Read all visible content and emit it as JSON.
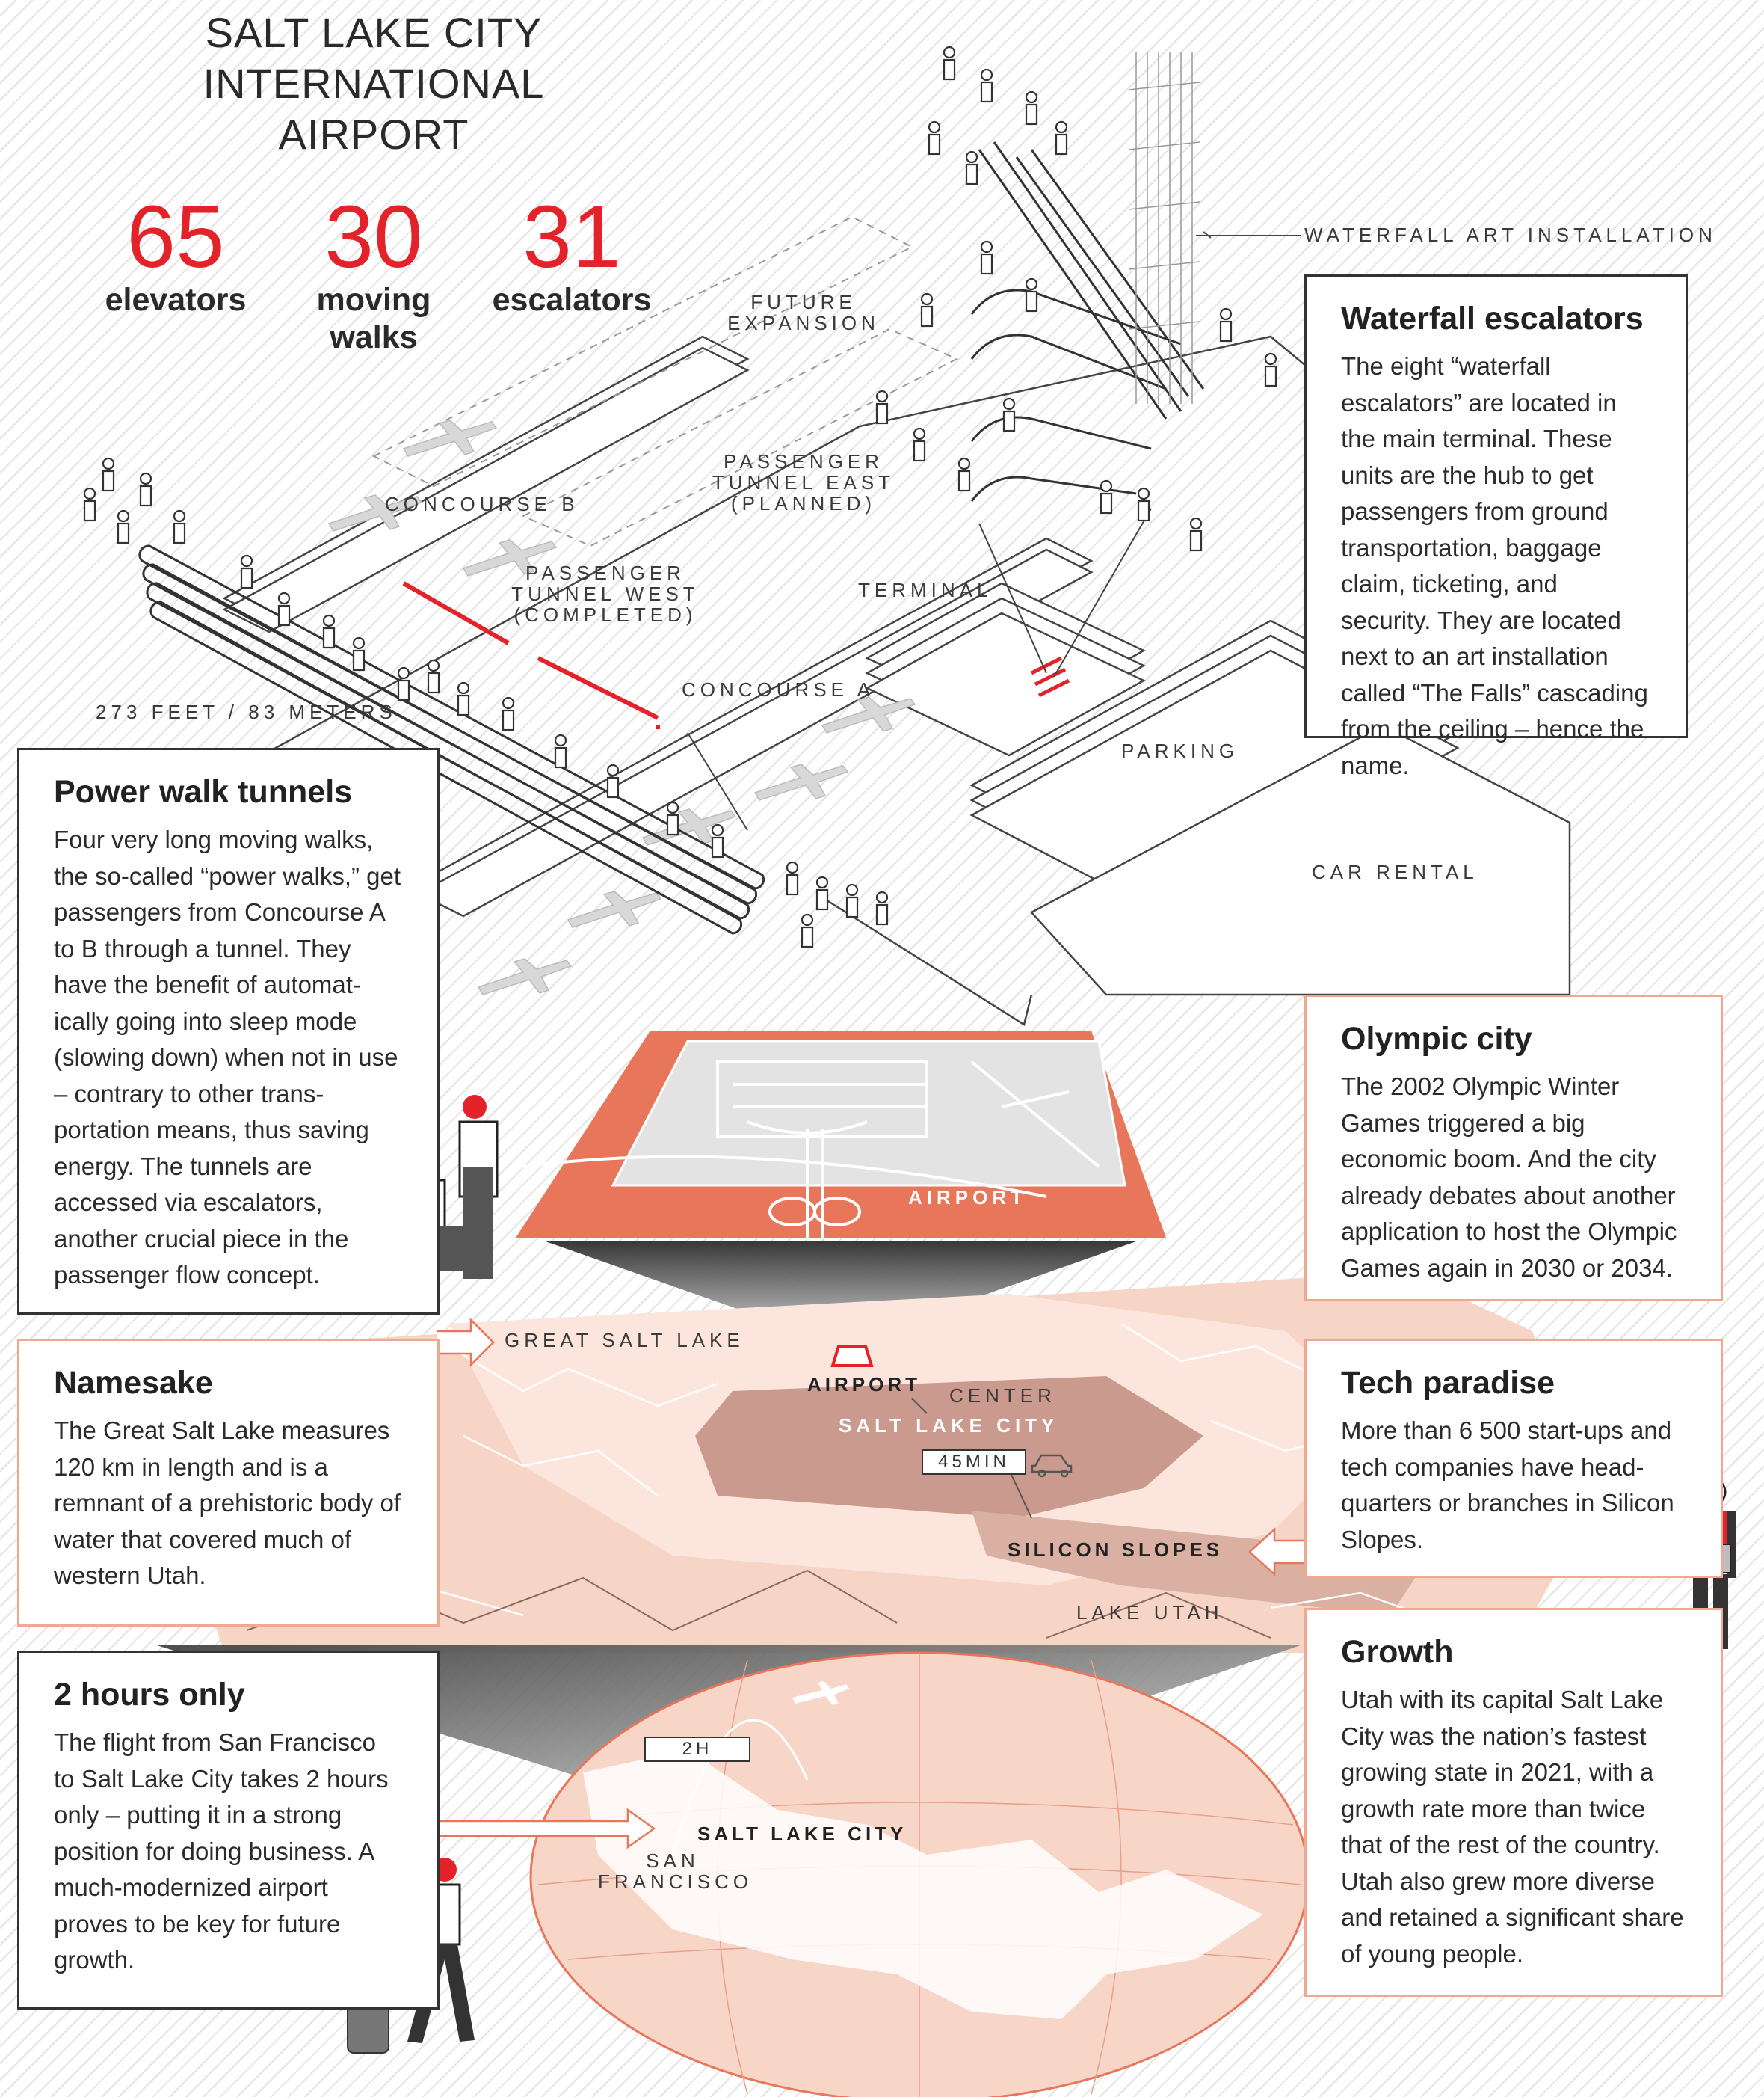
{
  "title": "SALT LAKE CITY\nINTERNATIONAL\nAIRPORT",
  "stats": [
    {
      "value": "65",
      "label": "elevators"
    },
    {
      "value": "30",
      "label": "moving\nwalks"
    },
    {
      "value": "31",
      "label": "escalators"
    }
  ],
  "diagram_labels": {
    "waterfall_art": "WATERFALL ART INSTALLATION",
    "future_expansion": "FUTURE\nEXPANSION",
    "tunnel_east": "PASSENGER\nTUNNEL EAST\n(PLANNED)",
    "concourse_b": "CONCOURSE B",
    "tunnel_west": "PASSENGER\nTUNNEL WEST\n(COMPLETED)",
    "terminal": "TERMINAL",
    "concourse_a": "CONCOURSE A",
    "length": "273 FEET / 83 METERS",
    "parking": "PARKING",
    "car_rental": "CAR RENTAL"
  },
  "map_labels": {
    "airport_plan": "AIRPORT",
    "great_salt_lake": "GREAT SALT LAKE",
    "airport": "AIRPORT",
    "center": "CENTER",
    "salt_lake_city": "SALT LAKE CITY",
    "drive_time": "45MIN",
    "silicon_slopes": "SILICON SLOPES",
    "lake_utah": "LAKE UTAH",
    "flight_time": "2H",
    "slc_globe": "SALT LAKE CITY",
    "san_francisco": "SAN\nFRANCISCO"
  },
  "boxes": {
    "waterfall": {
      "heading": "Waterfall escalators",
      "body": "The eight “waterfall escalators” are located in the main terminal. These units are the hub to get passengers from ground transportation, baggage claim, ticketing, and security. They are located next to an art installation called “The Falls” cascading from the ceiling – hence the name."
    },
    "power_walk": {
      "heading": "Power walk tunnels",
      "body": "Four very long moving walks, the so-called “power walks,” get passengers from Concourse A to B through a tunnel. They have the benefit of automat­ically going into sleep mode (slowing down) when not in use – contrary to other trans­portation means, thus saving energy. The tunnels are access­ed via escalators, another crucial piece in the passenger flow concept."
    },
    "olympic": {
      "heading": "Olympic city",
      "body": "The 2002 Olympic Winter Games triggered a big economic boom. And the city already debates about another appli­cation to host the Olympic Games again in 2030 or 2034."
    },
    "namesake": {
      "heading": "Namesake",
      "body": "The Great Salt Lake measures 120 km in length and is a remnant of a prehistoric body of water that covered much of western Utah."
    },
    "tech": {
      "heading": "Tech paradise",
      "body": "More than 6 500 start-ups and tech companies have head­quarters or branches in Silicon Slopes."
    },
    "growth": {
      "heading": "Growth",
      "body": "Utah with its capital Salt Lake City was the nation’s fastest growing state in 2021, with a growth rate more than twice that of the rest of the country. Utah also grew more diverse and retained a significant share of young people."
    },
    "hours": {
      "heading": "2 hours only",
      "body": "The flight from San Francisco to Salt Lake City takes 2 hours only – putting it in a strong position for doing business. A much-modernized airport proves to be key for future growth."
    }
  },
  "colors": {
    "accent_red": "#e32329",
    "salmon": "#f0a890",
    "coral": "#e8765a",
    "dark_line": "#333333"
  }
}
